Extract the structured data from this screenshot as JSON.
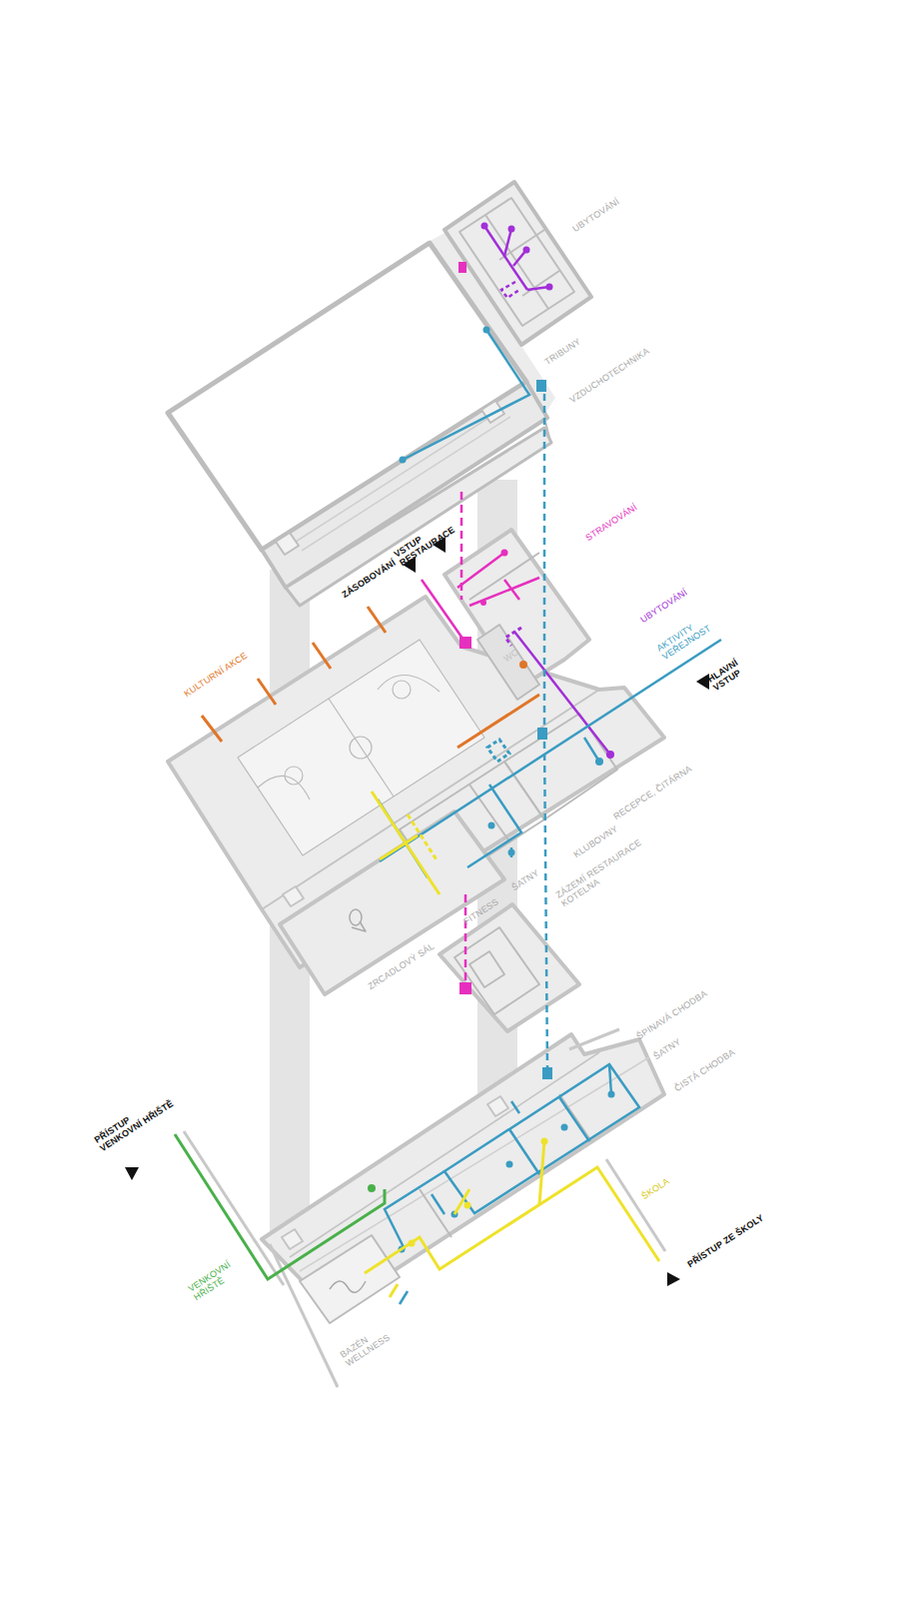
{
  "diagram": {
    "labels": [
      "UBYTOVÁNÍ",
      "TRIBUNY",
      "VZDUCHOTECHNIKA",
      "STRAVOVÁNÍ",
      "ZÁSOBOVÁNÍ",
      "VSTUP RESTAURACE",
      "UBYTOVÁNÍ",
      "AKTIVITY VEŘEJNOST",
      "HLAVNÍ VSTUP",
      "KULTURNÍ AKCE",
      "WC",
      "RECEPCE, ČITÁRNA",
      "KLUBOVNY",
      "ŠATNY",
      "FITNESS",
      "ZÁZEMÍ RESTAURACE KOTELNA",
      "ZRCADLOVÝ SÁL",
      "ŠPINAVÁ CHODBA",
      "ŠATNY",
      "ČISTÁ CHODBA",
      "ŠKOLA",
      "PŘÍSTUP ZE ŠKOLY",
      "PŘÍSTUP VENKOVNÍ HŘIŠTĚ",
      "VENKOVNÍ HŘIŠTĚ",
      "BAZÉN WELLNESS"
    ]
  }
}
